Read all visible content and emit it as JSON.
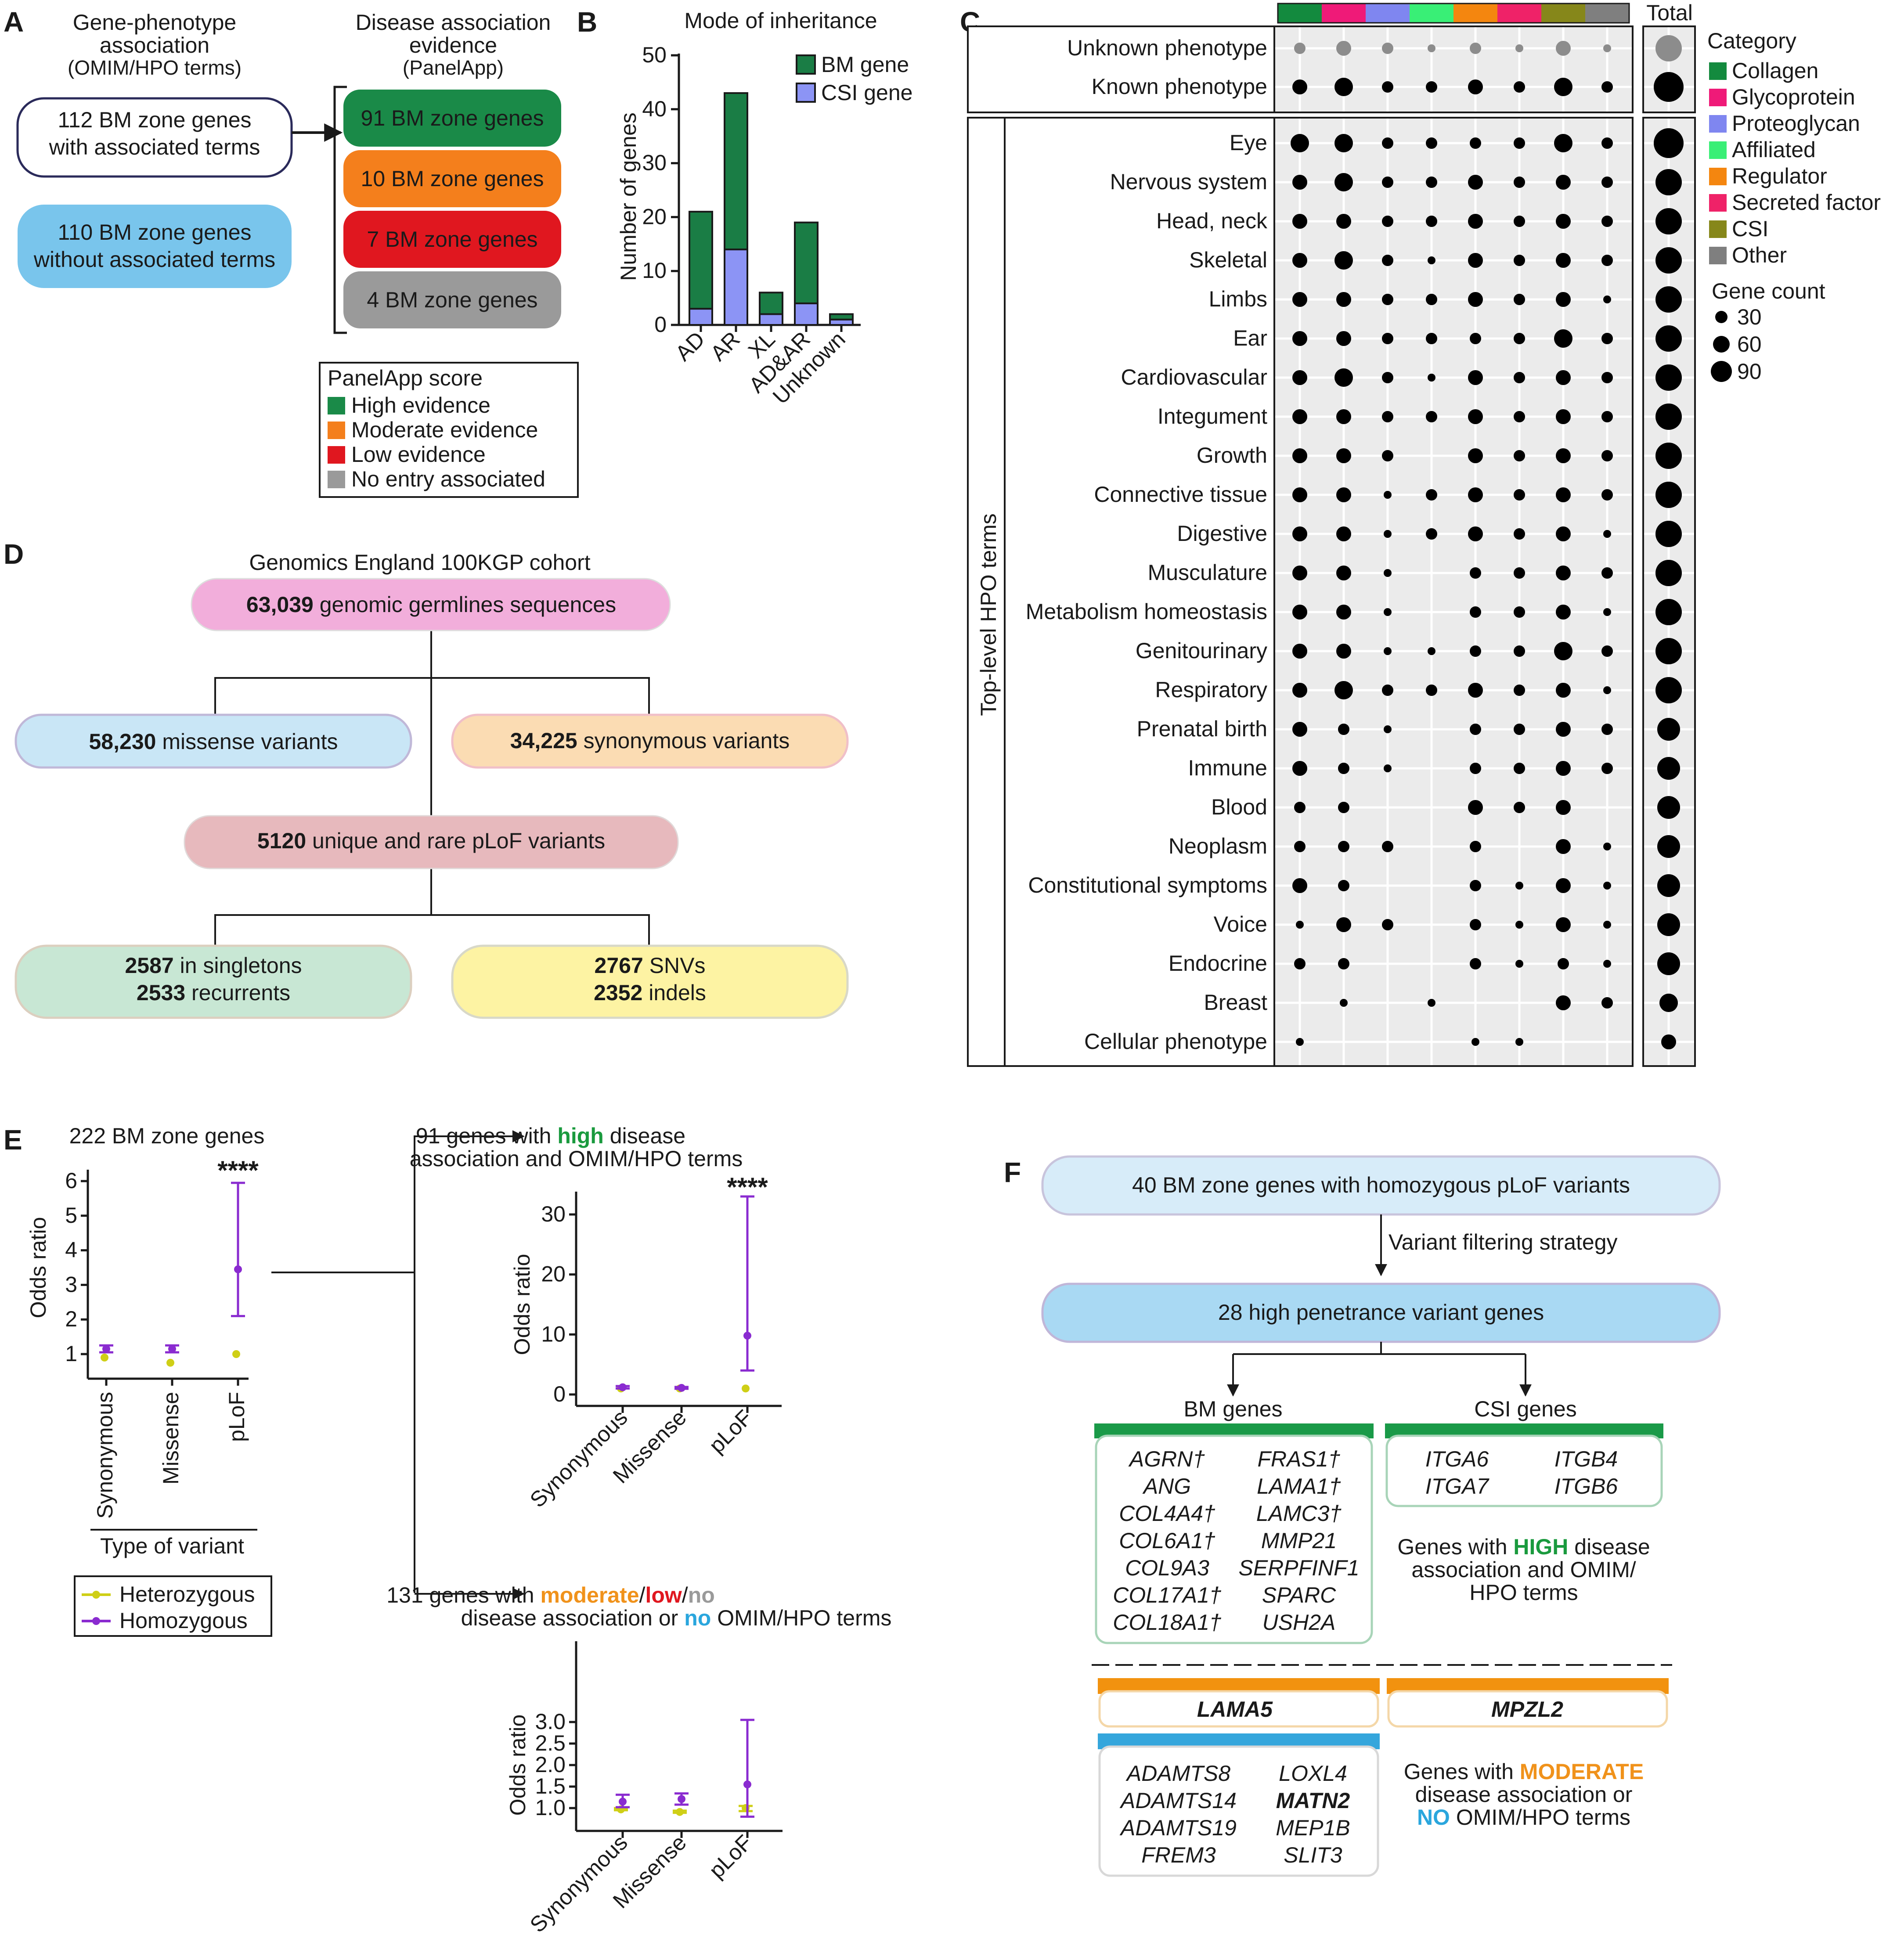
{
  "colors": {
    "collagen": "#138a3e",
    "glycoprotein": "#ef1a78",
    "proteoglycan": "#7f86f0",
    "affiliated": "#39ef76",
    "regulator": "#f4860f",
    "secreted_factor": "#ef2268",
    "csi": "#86871a",
    "other": "#7f7f7f",
    "high": "#1a8a48",
    "moderate": "#f47f1c",
    "low": "#e0171f",
    "none": "#9a9a9a",
    "bm_gene": "#1a7d45",
    "csi_gene": "#8c94f5",
    "heterozygous": "#cfcf16",
    "homozygous": "#8a2bd0",
    "light_blue": "#79c5ec"
  },
  "panelA": {
    "label": "A",
    "left_header_lines": [
      "Gene-phenotype",
      "association",
      "(OMIM/HPO terms)"
    ],
    "right_header_lines": [
      "Disease association",
      "evidence",
      "(PanelApp)"
    ],
    "box1_lines": [
      "112 BM zone genes",
      "with associated terms"
    ],
    "box2_lines": [
      "110 BM zone genes",
      "without associated terms"
    ],
    "categories": [
      "91 BM zone genes",
      "10 BM zone genes",
      "7 BM zone genes",
      "4 BM zone genes"
    ],
    "legend_title": "PanelApp score",
    "legend_items": [
      "High evidence",
      "Moderate evidence",
      "Low evidence",
      "No entry associated"
    ]
  },
  "panelB": {
    "label": "B",
    "title": "Mode of inheritance",
    "ylabel": "Number of genes",
    "legend": [
      "BM gene",
      "CSI gene"
    ]
  },
  "chart_data": {
    "type": "bar",
    "stacked": true,
    "categories": [
      "AD",
      "AR",
      "XL",
      "AD&AR",
      "Unknown"
    ],
    "series": [
      {
        "name": "BM gene",
        "values": [
          18,
          29,
          4,
          15,
          1
        ]
      },
      {
        "name": "CSI gene",
        "values": [
          3,
          14,
          2,
          4,
          1
        ]
      }
    ],
    "ylabel": "Number of genes",
    "ylim": [
      0,
      50
    ],
    "yticks": [
      0,
      10,
      20,
      30,
      40,
      50
    ]
  },
  "panelC": {
    "label": "C",
    "total_label": "Total",
    "row_group_label": "Top-level HPO terms",
    "top_rows": [
      "Unknown phenotype",
      "Known phenotype"
    ],
    "rows": [
      "Eye",
      "Nervous system",
      "Head, neck",
      "Skeletal",
      "Limbs",
      "Ear",
      "Cardiovascular",
      "Integument",
      "Growth",
      "Connective tissue",
      "Digestive",
      "Musculature",
      "Metabolism homeostasis",
      "Genitourinary",
      "Respiratory",
      "Prenatal birth",
      "Immune",
      "Blood",
      "Neoplasm",
      "Constitutional symptoms",
      "Voice",
      "Endocrine",
      "Breast",
      "Cellular phenotype"
    ],
    "legend_title": "Category",
    "legend_items": [
      "Collagen",
      "Glycoprotein",
      "Proteoglycan",
      "Affiliated",
      "Regulator",
      "Secreted factor",
      "CSI",
      "Other"
    ],
    "size_title": "Gene count",
    "size_values": [
      "30",
      "60",
      "90"
    ],
    "top_sizes": [
      [
        2,
        3,
        2,
        1,
        2,
        1,
        3,
        1
      ],
      [
        3,
        4,
        2,
        2,
        3,
        2,
        4,
        2
      ]
    ],
    "top_totals": [
      6,
      7
    ],
    "sizes": [
      [
        4,
        4,
        2,
        2,
        2,
        2,
        4,
        2
      ],
      [
        3,
        4,
        2,
        2,
        3,
        2,
        3,
        2
      ],
      [
        3,
        3,
        2,
        2,
        3,
        2,
        3,
        2
      ],
      [
        3,
        4,
        2,
        1,
        3,
        2,
        3,
        2
      ],
      [
        3,
        3,
        2,
        2,
        3,
        2,
        3,
        1
      ],
      [
        3,
        3,
        2,
        2,
        2,
        2,
        4,
        2
      ],
      [
        3,
        4,
        2,
        1,
        3,
        2,
        3,
        2
      ],
      [
        3,
        3,
        2,
        2,
        3,
        2,
        3,
        2
      ],
      [
        3,
        3,
        2,
        0,
        3,
        2,
        3,
        2
      ],
      [
        3,
        3,
        1,
        2,
        3,
        2,
        3,
        2
      ],
      [
        3,
        3,
        1,
        2,
        3,
        2,
        3,
        1
      ],
      [
        3,
        3,
        1,
        0,
        2,
        2,
        3,
        2
      ],
      [
        3,
        3,
        1,
        0,
        2,
        2,
        3,
        1
      ],
      [
        3,
        3,
        1,
        1,
        2,
        2,
        4,
        2
      ],
      [
        3,
        4,
        2,
        2,
        3,
        2,
        3,
        1
      ],
      [
        3,
        2,
        1,
        0,
        2,
        2,
        3,
        2
      ],
      [
        3,
        2,
        1,
        0,
        2,
        2,
        3,
        2
      ],
      [
        2,
        2,
        0,
        0,
        3,
        2,
        3,
        0
      ],
      [
        2,
        2,
        2,
        0,
        2,
        0,
        3,
        1
      ],
      [
        3,
        2,
        0,
        0,
        2,
        1,
        3,
        1
      ],
      [
        1,
        3,
        2,
        0,
        2,
        1,
        3,
        1
      ],
      [
        2,
        2,
        0,
        0,
        2,
        1,
        2,
        1
      ],
      [
        0,
        1,
        0,
        1,
        0,
        0,
        3,
        2
      ],
      [
        1,
        0,
        0,
        0,
        1,
        1,
        0,
        0
      ]
    ],
    "totals": [
      7,
      6,
      6,
      6,
      6,
      6,
      6,
      6,
      6,
      6,
      6,
      6,
      6,
      6,
      6,
      5,
      5,
      5,
      5,
      5,
      5,
      5,
      4,
      3
    ]
  },
  "panelD": {
    "label": "D",
    "cohort_title": "Genomics England 100KGP cohort",
    "root_bold": "63,039",
    "root_rest": " genomic germlines sequences",
    "missense_bold": "58,230",
    "missense_rest": " missense variants",
    "synonymous_bold": "34,225",
    "synonymous_rest": " synonymous variants",
    "plof_bold": "5120",
    "plof_rest": " unique and rare pLoF variants",
    "singletons_bold": "2587",
    "singletons_rest": " in singletons",
    "recurrents_bold": "2533",
    "recurrents_rest": " recurrents",
    "snvs_bold": "2767",
    "snvs_rest": " SNVs",
    "indels_bold": "2352",
    "indels_rest": " indels"
  },
  "panelE": {
    "label": "E",
    "left_title": "222 BM zone genes",
    "sig": "****",
    "ylabel": "Odds ratio",
    "xlabel": "Type of variant",
    "categories": [
      "Synonymous",
      "Missense",
      "pLoF"
    ],
    "legend": [
      "Heterozygous",
      "Homozygous"
    ],
    "mid_title_a": "91 genes with ",
    "mid_title_high": "high",
    "mid_title_b": " disease",
    "mid_title_line2": "association and OMIM/HPO terms",
    "bottom_title_a": "131 genes with ",
    "bottom_moderate": "moderate",
    "bottom_slash1": "/",
    "bottom_low": "low",
    "bottom_slash2": "/",
    "bottom_no1": "no",
    "bottom_line2_a": "disease association or ",
    "bottom_no2": "no",
    "bottom_line2_b": " OMIM/HPO terms",
    "left_yticks": [
      "1",
      "2",
      "3",
      "4",
      "5",
      "6"
    ],
    "mid_yticks": [
      "0",
      "10",
      "20",
      "30"
    ],
    "bottom_yticks": [
      "1.0",
      "1.5",
      "2.0",
      "2.5",
      "3.0"
    ],
    "left_hom": [
      {
        "v": 1.15,
        "lo": 1.05,
        "hi": 1.25
      },
      {
        "v": 1.15,
        "lo": 1.05,
        "hi": 1.25
      },
      {
        "v": 3.45,
        "lo": 2.1,
        "hi": 5.95
      }
    ],
    "left_het": [
      0.9,
      0.75,
      1.0
    ],
    "mid_hom": [
      {
        "v": 1.2,
        "lo": 1.0,
        "hi": 1.4
      },
      {
        "v": 1.1,
        "lo": 0.95,
        "hi": 1.25
      },
      {
        "v": 9.8,
        "lo": 4.0,
        "hi": 33.0
      }
    ],
    "mid_het": [
      1.0,
      1.0,
      1.0
    ],
    "bottom_hom": [
      {
        "v": 1.15,
        "lo": 1.02,
        "hi": 1.31
      },
      {
        "v": 1.21,
        "lo": 1.08,
        "hi": 1.34
      },
      {
        "v": 1.55,
        "lo": 0.8,
        "hi": 3.05
      }
    ],
    "bottom_het": [
      {
        "v": 0.97,
        "lo": 0.95,
        "hi": 1.0
      },
      {
        "v": 0.91,
        "lo": 0.89,
        "hi": 0.94
      },
      {
        "v": 1.0,
        "lo": 0.93,
        "hi": 1.05
      }
    ]
  },
  "panelF": {
    "label": "F",
    "top_box": "40 BM zone genes with homozygous pLoF variants",
    "filter_label": "Variant filtering strategy",
    "mid_box": "28 high penetrance variant genes",
    "bm_title": "BM genes",
    "csi_title": "CSI genes",
    "bm_genes_left": [
      "AGRN†",
      "ANG",
      "COL4A4†",
      "COL6A1†",
      "COL9A3",
      "COL17A1†",
      "COL18A1†"
    ],
    "bm_genes_right": [
      "FRAS1†",
      "LAMA1†",
      "LAMC3†",
      "MMP21",
      "SERPFINF1",
      "SPARC",
      "USH2A"
    ],
    "csi_genes_left": [
      "ITGA6",
      "ITGA7"
    ],
    "csi_genes_right": [
      "ITGB4",
      "ITGB6"
    ],
    "high_note_a": "Genes with ",
    "high_note_high": "HIGH",
    "high_note_b": " disease",
    "high_note_line2": "association and OMIM/",
    "high_note_line3": "HPO terms",
    "lama5": "LAMA5",
    "mpzl2": "MPZL2",
    "no_genes_left": [
      "ADAMTS8",
      "ADAMTS14",
      "ADAMTS19",
      "FREM3"
    ],
    "no_genes_right": [
      "LOXL4",
      "MATN2",
      "MEP1B",
      "SLIT3"
    ],
    "mod_note_a": "Genes with ",
    "mod_note_moderate": "MODERATE",
    "mod_note_line2": "disease association or",
    "mod_note_no": "NO",
    "mod_note_line3_b": " OMIM/HPO terms"
  }
}
